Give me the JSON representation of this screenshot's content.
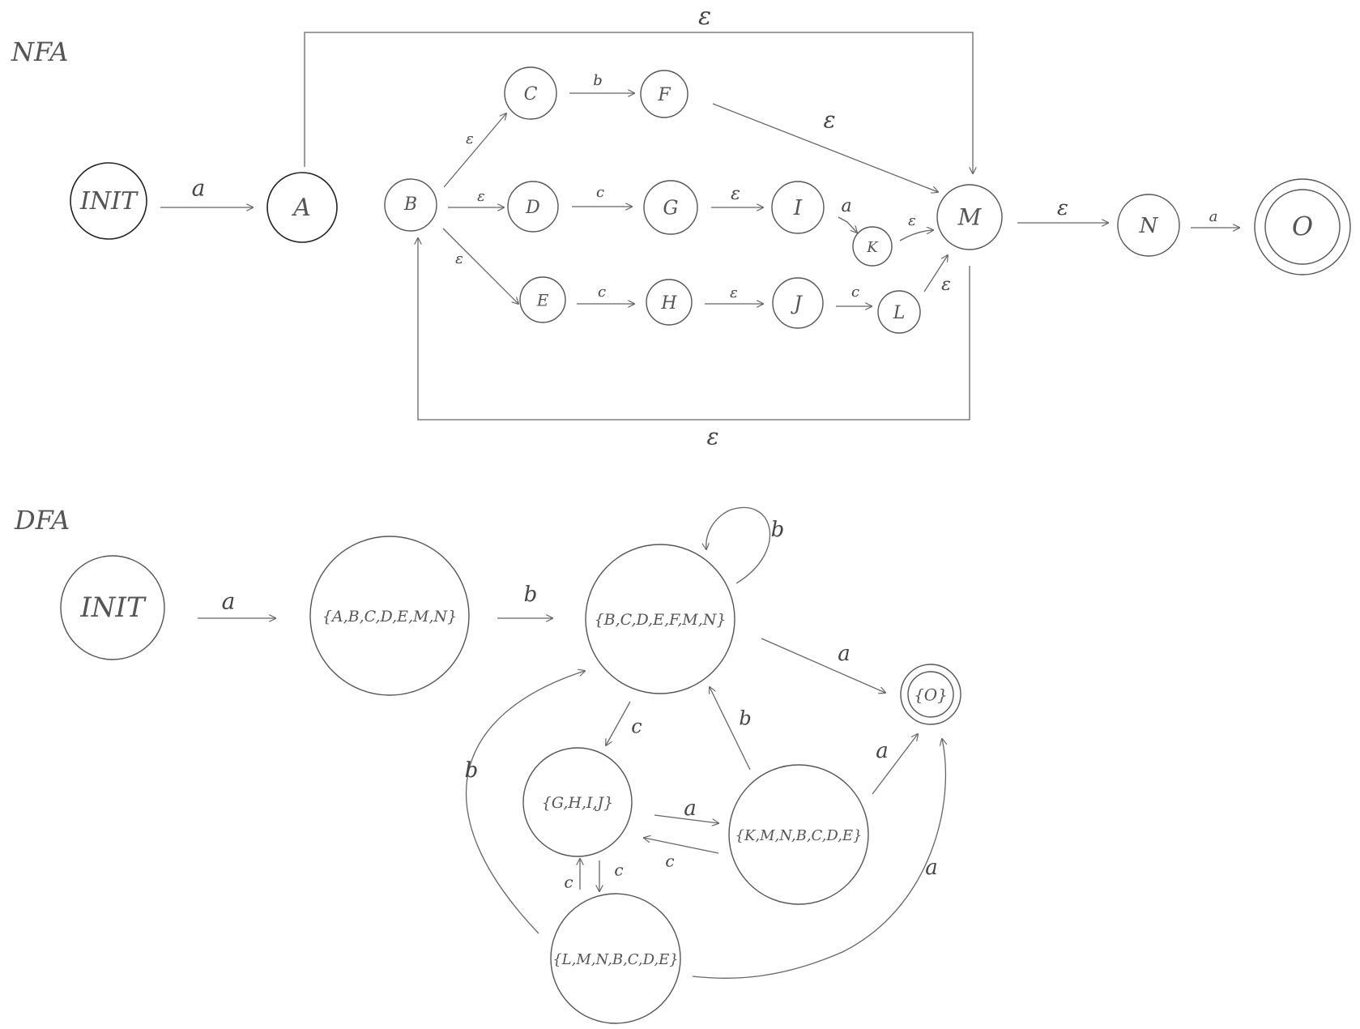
{
  "nfa": {
    "title": "NFA",
    "states": {
      "init": "INIT",
      "a": "A",
      "b": "B",
      "c": "C",
      "d": "D",
      "e": "E",
      "f": "F",
      "g": "G",
      "h": "H",
      "i": "I",
      "j": "J",
      "k": "K",
      "l": "L",
      "m": "M",
      "n": "N",
      "o": "O"
    },
    "edges": {
      "init_a": "a",
      "a_m_top": "ε",
      "b_c": "ε",
      "b_d": "ε",
      "b_e": "ε",
      "c_f": "b",
      "d_g": "c",
      "e_h": "c",
      "f_m": "ε",
      "g_i": "ε",
      "h_j": "ε",
      "i_k": "a",
      "j_l": "c",
      "k_m": "ε",
      "l_m": "ε",
      "m_b_bottom": "ε",
      "m_n": "ε",
      "n_o": "a"
    }
  },
  "dfa": {
    "title": "DFA",
    "states": {
      "init": "INIT",
      "s1": "{A,B,C,D,E,M,N}",
      "s2": "{B,C,D,E,F,M,N}",
      "s3": "{O}",
      "s4": "{G,H,I,J}",
      "s5": "{K,M,N,B,C,D,E}",
      "s6": "{L,M,N,B,C,D,E}"
    },
    "edges": {
      "init_s1": "a",
      "s1_s2": "b",
      "s2_self": "b",
      "s2_s3": "a",
      "s2_s4": "c",
      "s5_s2": "b",
      "s4_s5": "a",
      "s5_s4": "c",
      "s5_s3": "a",
      "s6_s4": "c",
      "s4_s6": "c",
      "s6_s2": "b",
      "s6_s3": "a"
    }
  }
}
